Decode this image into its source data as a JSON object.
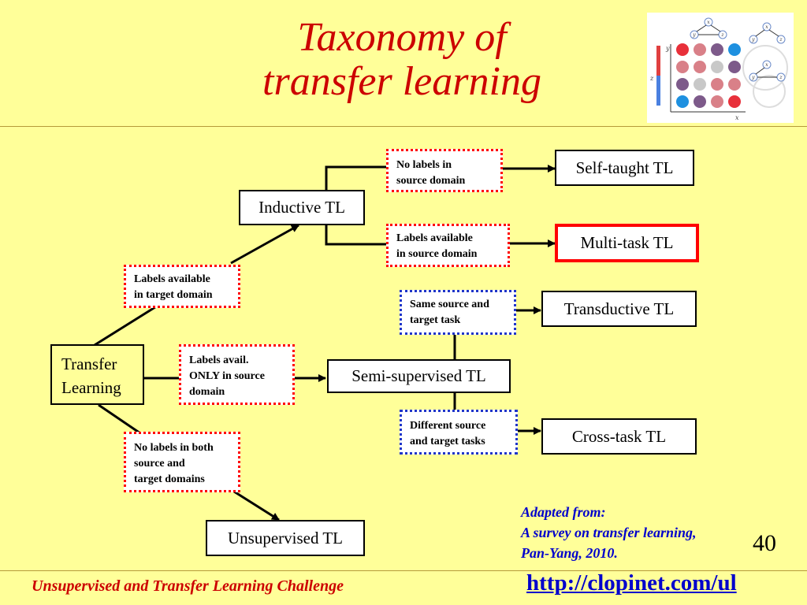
{
  "slide": {
    "title": "Taxonomy of\ntransfer learning",
    "page_number": "40",
    "footer_text": "Unsupervised and Transfer Learning Challenge",
    "footer_link": "http://clopinet.com/ul",
    "citation": "Adapted from:\nA survey on transfer learning,\nPan-Yang, 2010."
  },
  "thumbnail": {
    "axis_x": "x",
    "axis_y": "y",
    "axis_z": "z",
    "node_labels": [
      "x",
      "y",
      "z"
    ]
  },
  "diagram": {
    "nodes": {
      "transfer": "Transfer\nLearning",
      "inductive": "Inductive TL",
      "semi": "Semi-supervised TL",
      "unsupervised": "Unsupervised TL",
      "self_taught": "Self-taught TL",
      "multi_task": "Multi-task TL",
      "transductive": "Transductive TL",
      "cross_task": "Cross-task TL"
    },
    "conditions": {
      "labels_target": "Labels available\nin target domain",
      "labels_only_source": "Labels avail.\nONLY in source\ndomain",
      "no_labels_both": "No labels in both\nsource and\ntarget domains",
      "no_labels_source": "No labels in\nsource domain",
      "labels_source": "Labels available\nin source domain",
      "same_source_task": "Same source and\ntarget task",
      "different_tasks": "Different source\nand target tasks"
    }
  },
  "colors": {
    "background": "#ffff99",
    "title": "#cc0000",
    "condition_red": "#ff0000",
    "condition_blue": "#1f35c8",
    "highlight": "#ff0000",
    "link": "#0000cc"
  }
}
